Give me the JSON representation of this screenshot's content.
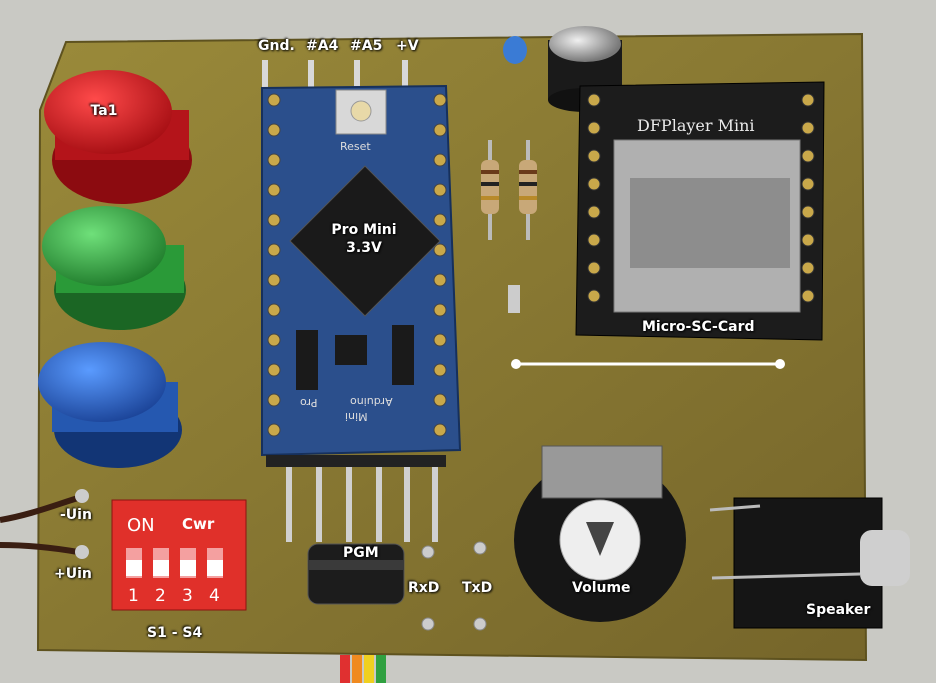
{
  "labels": {
    "gnd": "Gnd.",
    "a4": "#A4",
    "a5": "#A5",
    "vplus": "+V",
    "ta1": "Ta1",
    "pro_mini": "Pro Mini",
    "pro_mini_voltage": "3.3V",
    "micro_sd": "Micro-SC-Card",
    "minus_uin": "-Uin",
    "plus_uin": "+Uin",
    "pgm": "PGM",
    "rxd": "RxD",
    "txd": "TxD",
    "volume": "Volume",
    "speaker": "Speaker",
    "switches": "S1 - S4"
  },
  "silkscreen": {
    "dfplayer": "DFPlayer Mini",
    "reset": "Reset",
    "arduino": "Arduino",
    "pro_text": "Pro",
    "mini_text": "Mini",
    "dip_on": "ON",
    "dip_brand": "Cwr",
    "dip_numbers": [
      "1",
      "2",
      "3",
      "4"
    ]
  },
  "colors": {
    "pcb": "#8a7a2e",
    "arduino_board": "#2b4f8c",
    "button_red": "#e0242c",
    "button_green": "#3cb84a",
    "button_blue": "#2f6fd0",
    "dip_switch": "#e0302a",
    "dfplayer_board": "#1c1c1c"
  }
}
